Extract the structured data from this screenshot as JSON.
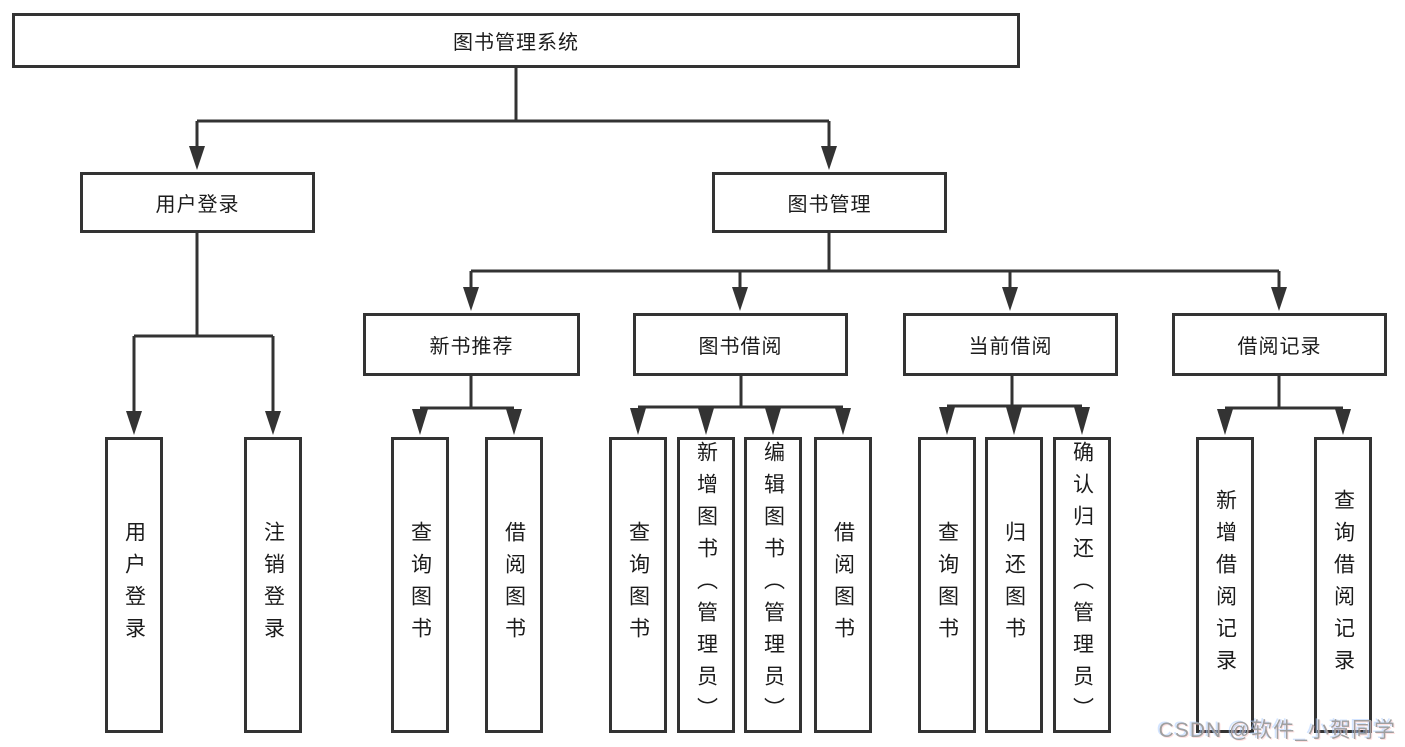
{
  "diagram": {
    "type": "hierarchy-tree",
    "root": {
      "label": "图书管理系统"
    },
    "level2": [
      {
        "id": "user-login",
        "label": "用户登录"
      },
      {
        "id": "book-management",
        "label": "图书管理"
      }
    ],
    "level3": [
      {
        "id": "new-book-recommend",
        "label": "新书推荐",
        "parent": "book-management"
      },
      {
        "id": "book-borrow",
        "label": "图书借阅",
        "parent": "book-management"
      },
      {
        "id": "current-borrow",
        "label": "当前借阅",
        "parent": "book-management"
      },
      {
        "id": "borrow-records",
        "label": "借阅记录",
        "parent": "book-management"
      }
    ],
    "leaves": [
      {
        "id": "leaf-user-login",
        "label": "用户登录",
        "parent": "user-login"
      },
      {
        "id": "leaf-logout",
        "label": "注销登录",
        "parent": "user-login"
      },
      {
        "id": "leaf-rec-query",
        "label": "查询图书",
        "parent": "new-book-recommend"
      },
      {
        "id": "leaf-rec-borrow",
        "label": "借阅图书",
        "parent": "new-book-recommend"
      },
      {
        "id": "leaf-bb-query",
        "label": "查询图书",
        "parent": "book-borrow"
      },
      {
        "id": "leaf-bb-add",
        "label": "新增图书（管理员）",
        "parent": "book-borrow"
      },
      {
        "id": "leaf-bb-edit",
        "label": "编辑图书（管理员）",
        "parent": "book-borrow"
      },
      {
        "id": "leaf-bb-borrow",
        "label": "借阅图书",
        "parent": "book-borrow"
      },
      {
        "id": "leaf-cb-query",
        "label": "查询图书",
        "parent": "current-borrow"
      },
      {
        "id": "leaf-cb-return",
        "label": "归还图书",
        "parent": "current-borrow"
      },
      {
        "id": "leaf-cb-confirm",
        "label": "确认归还（管理员）",
        "parent": "current-borrow"
      },
      {
        "id": "leaf-br-add",
        "label": "新增借阅记录",
        "parent": "borrow-records"
      },
      {
        "id": "leaf-br-query",
        "label": "查询借阅记录",
        "parent": "borrow-records"
      }
    ],
    "colors": {
      "line": "#333333",
      "box_border": "#333333",
      "box_fill": "#ffffff",
      "text": "#1c1c1c",
      "background": "#ffffff",
      "watermark_text": "#9f9f9f"
    }
  },
  "watermark": {
    "text": "CSDN @软件_小贺同学"
  }
}
